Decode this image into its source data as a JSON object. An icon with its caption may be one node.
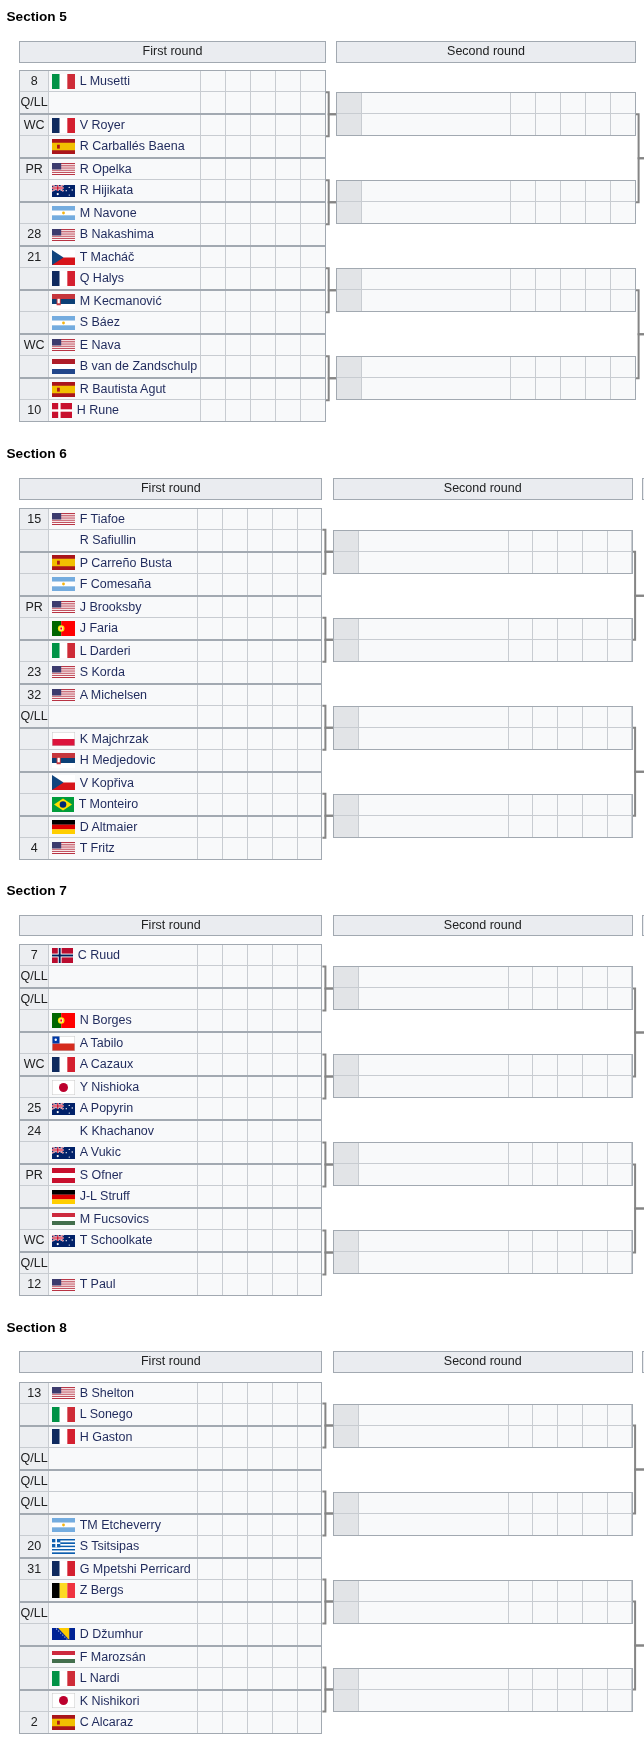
{
  "diagram": {
    "nodes": [
      {
        "text": [
          "8",
          "L Musetti",
          "Q/LL"
        ]
      },
      {
        "text": [
          "WC",
          "V Royer",
          "R Carballés Baena"
        ]
      },
      {
        "text": [
          "PR",
          "R Opelka",
          "R Hijikata"
        ]
      },
      {
        "text": [
          "M Navone",
          "28",
          "B Nakashima"
        ]
      },
      {
        "text": [
          "21",
          "T Macháč",
          "Q Halys"
        ]
      },
      {
        "text": [
          "M Kecmanović",
          "S Báez"
        ]
      },
      {
        "text": [
          "WC",
          "E Nava",
          "B van de Zandschulp"
        ]
      },
      {
        "text": [
          "R Bautista Agut",
          "10",
          "H Rune"
        ]
      },
      {
        "text": [],
        "shape": "box"
      },
      {
        "text": [],
        "shape": "box"
      },
      {
        "text": [],
        "shape": "box"
      },
      {
        "text": [],
        "shape": "box"
      },
      {
        "text": [
          "15",
          "F Tiafoe",
          "R Safiullin"
        ]
      },
      {
        "text": [
          "P Carreño Busta",
          "F Comesaña"
        ]
      },
      {
        "text": [
          "PR",
          "J Brooksby",
          "J Faria"
        ]
      },
      {
        "text": [
          "L Darderi",
          "23",
          "S Korda"
        ]
      },
      {
        "text": [
          "32",
          "A Michelsen",
          "Q/LL"
        ]
      },
      {
        "text": [
          "K Majchrzak",
          "H Medjedovic"
        ]
      },
      {
        "text": [
          "V Kopřiva",
          "T Monteiro"
        ]
      },
      {
        "text": [
          "D Altmaier",
          "4",
          "T Fritz"
        ]
      },
      {
        "text": [],
        "shape": "box"
      },
      {
        "text": [],
        "shape": "box"
      },
      {
        "text": [],
        "shape": "box"
      },
      {
        "text": [],
        "shape": "box"
      },
      {
        "text": [
          "7",
          "C Ruud",
          "Q/LL"
        ]
      },
      {
        "text": [
          "Q/LL",
          "N Borges"
        ]
      },
      {
        "text": [
          "A Tabilo",
          "WC",
          "A Cazaux"
        ]
      },
      {
        "text": [
          "Y Nishioka",
          "25",
          "A Popyrin"
        ]
      },
      {
        "text": [
          "24",
          "K Khachanov",
          "A Vukic"
        ]
      },
      {
        "text": [
          "PR",
          "S Ofner",
          "J-L Struff"
        ]
      },
      {
        "text": [
          "M Fucsovics",
          "WC",
          "T Schoolkate"
        ]
      },
      {
        "text": [
          "Q/LL",
          "12",
          "T Paul"
        ]
      },
      {
        "text": [],
        "shape": "box"
      },
      {
        "text": [],
        "shape": "box"
      },
      {
        "text": [],
        "shape": "box"
      },
      {
        "text": [],
        "shape": "box"
      },
      {
        "text": [
          "13",
          "B Shelton",
          "L Sonego"
        ]
      },
      {
        "text": [
          "H Gaston",
          "Q/LL"
        ]
      },
      {
        "text": [
          "Q/LL",
          "Q/LL"
        ]
      },
      {
        "text": [
          "TM Etcheverry",
          "20",
          "S Tsitsipas"
        ]
      },
      {
        "text": [
          "31",
          "G Mpetshi Perricard",
          "Z Bergs"
        ]
      },
      {
        "text": [
          "Q/LL",
          "D Džumhur"
        ]
      },
      {
        "text": [
          "F Marozsán",
          "L Nardi"
        ]
      },
      {
        "text": [
          "K Nishikori",
          "2",
          "C Alcaraz"
        ]
      },
      {
        "text": [],
        "shape": "box"
      },
      {
        "text": [],
        "shape": "box"
      },
      {
        "text": [],
        "shape": "box"
      },
      {
        "text": [],
        "shape": "box"
      }
    ],
    "edges": [
      {
        "from": 0,
        "to": 8,
        "arrow": "none"
      },
      {
        "from": 1,
        "to": 8,
        "arrow": "none"
      },
      {
        "from": 2,
        "to": 9,
        "arrow": "none"
      },
      {
        "from": 3,
        "to": 9,
        "arrow": "none"
      },
      {
        "from": 4,
        "to": 10,
        "arrow": "none"
      },
      {
        "from": 5,
        "to": 10,
        "arrow": "none"
      },
      {
        "from": 6,
        "to": 11,
        "arrow": "none"
      },
      {
        "from": 7,
        "to": 11,
        "arrow": "none"
      },
      {
        "from": 8,
        "to": null,
        "arrow": "none"
      },
      {
        "from": 9,
        "to": null,
        "arrow": "none"
      },
      {
        "from": 10,
        "to": null,
        "arrow": "none"
      },
      {
        "from": 11,
        "to": null,
        "arrow": "none"
      },
      {
        "from": 12,
        "to": 20,
        "arrow": "none"
      },
      {
        "from": 13,
        "to": 20,
        "arrow": "none"
      },
      {
        "from": 14,
        "to": 21,
        "arrow": "none"
      },
      {
        "from": 15,
        "to": 21,
        "arrow": "none"
      },
      {
        "from": 16,
        "to": 22,
        "arrow": "none"
      },
      {
        "from": 17,
        "to": 22,
        "arrow": "none"
      },
      {
        "from": 18,
        "to": 23,
        "arrow": "none"
      },
      {
        "from": 19,
        "to": 23,
        "arrow": "none"
      },
      {
        "from": 20,
        "to": null,
        "arrow": "none"
      },
      {
        "from": 21,
        "to": null,
        "arrow": "none"
      },
      {
        "from": 22,
        "to": null,
        "arrow": "none"
      },
      {
        "from": 23,
        "to": null,
        "arrow": "none"
      },
      {
        "from": 24,
        "to": 32,
        "arrow": "none"
      },
      {
        "from": 25,
        "to": 32,
        "arrow": "none"
      },
      {
        "from": 26,
        "to": 33,
        "arrow": "none"
      },
      {
        "from": 27,
        "to": 33,
        "arrow": "none"
      },
      {
        "from": 28,
        "to": 34,
        "arrow": "none"
      },
      {
        "from": 29,
        "to": 34,
        "arrow": "none"
      },
      {
        "from": 30,
        "to": 35,
        "arrow": "none"
      },
      {
        "from": 31,
        "to": 35,
        "arrow": "none"
      },
      {
        "from": 32,
        "to": null,
        "arrow": "none"
      },
      {
        "from": 33,
        "to": null,
        "arrow": "none"
      },
      {
        "from": 34,
        "to": null,
        "arrow": "none"
      },
      {
        "from": 35,
        "to": null,
        "arrow": "none"
      },
      {
        "from": 36,
        "to": 44,
        "arrow": "none"
      },
      {
        "from": 37,
        "to": 44,
        "arrow": "none"
      },
      {
        "from": 38,
        "to": 45,
        "arrow": "none"
      },
      {
        "from": 39,
        "to": 45,
        "arrow": "none"
      },
      {
        "from": 40,
        "to": 46,
        "arrow": "none"
      },
      {
        "from": 41,
        "to": 46,
        "arrow": "none"
      },
      {
        "from": 42,
        "to": 47,
        "arrow": "none"
      },
      {
        "from": 43,
        "to": 47,
        "arrow": "none"
      },
      {
        "from": 44,
        "to": null,
        "arrow": "none"
      },
      {
        "from": 45,
        "to": null,
        "arrow": "none"
      },
      {
        "from": 46,
        "to": null,
        "arrow": "none"
      },
      {
        "from": 47,
        "to": null,
        "arrow": "none"
      }
    ],
    "labels": [
      "Section 5",
      "First round",
      "Second round",
      "Section 6",
      "First round",
      "Second round",
      "Section 7",
      "First round",
      "Second round",
      "Section 8",
      "First round",
      "Second round"
    ]
  }
}
